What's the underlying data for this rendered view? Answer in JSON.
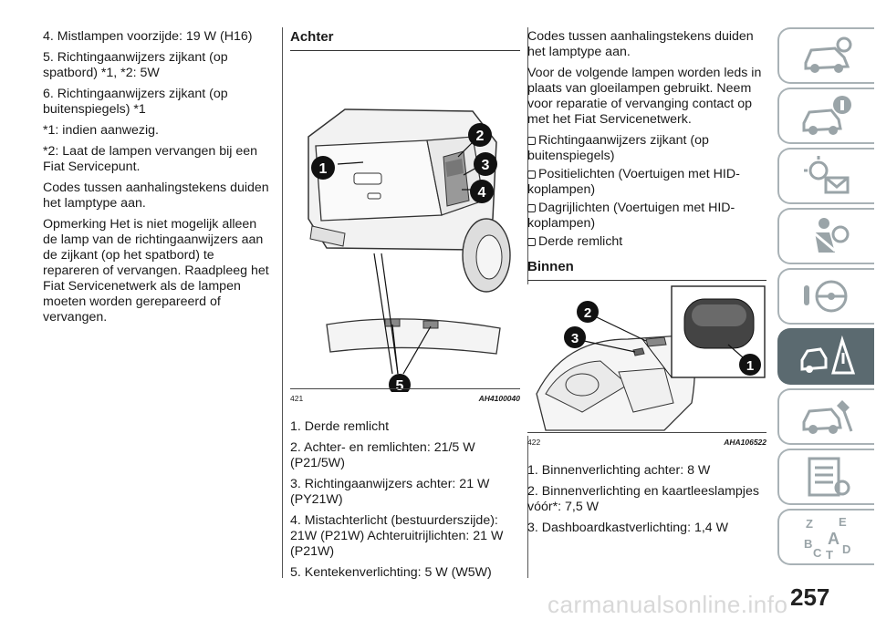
{
  "col1": {
    "lines": [
      "4. Mistlampen voorzijde: 19 W (H16)",
      "5. Richtingaanwijzers zijkant (op spatbord) *1, *2: 5W",
      "6. Richtingaanwijzers zijkant (op buitenspiegels) *1",
      "*1: indien aanwezig.",
      "*2: Laat de lampen vervangen bij een Fiat Servicepunt.",
      "Codes tussen aanhalingstekens duiden het lamptype aan.",
      "Opmerking  Het is niet mogelijk alleen de lamp van de richtingaanwijzers aan de zijkant (op het spatbord) te repareren of vervangen. Raadpleeg het Fiat Servicenetwerk als de lampen moeten worden gerepareerd of vervangen."
    ]
  },
  "col2": {
    "heading": "Achter",
    "figure": {
      "number": "421",
      "code": "AH4100040",
      "callouts": [
        "1",
        "2",
        "3",
        "4",
        "5"
      ]
    },
    "items": [
      "1. Derde remlicht",
      "2. Achter- en remlichten: 21/5 W (P21/5W)",
      "3. Richtingaanwijzers achter: 21 W (PY21W)",
      "4. Mistachterlicht (bestuurderszijde): 21W (P21W) Achteruitrijlichten: 21 W (P21W)",
      "5. Kentekenverlichting: 5 W (W5W)"
    ]
  },
  "col3": {
    "intro1": "Codes tussen aanhalingstekens duiden het lamptype aan.",
    "intro2": "Voor de volgende lampen worden leds in plaats van gloeilampen gebruikt. Neem voor reparatie of vervanging contact op met het Fiat Servicenetwerk.",
    "bullets": [
      "Richtingaanwijzers zijkant (op buitenspiegels)",
      "Positielichten (Voertuigen met HID-koplampen)",
      "Dagrijlichten (Voertuigen met HID-koplampen)",
      "Derde remlicht"
    ],
    "heading": "Binnen",
    "figure": {
      "number": "422",
      "code": "AHA106522",
      "callouts": [
        "1",
        "2",
        "3"
      ]
    },
    "items": [
      "1. Binnenverlichting achter: 8 W",
      "2. Binnenverlichting en kaartleeslampjes vóór*: 7,5 W",
      "3. Dashboardkastverlichting: 1,4 W"
    ]
  },
  "sidebar": {
    "icons": [
      "car-overview-icon",
      "car-info-icon",
      "warning-lights-icon",
      "airbag-icon",
      "steering-wheel-icon",
      "breakdown-icon",
      "car-service-icon",
      "specs-list-icon",
      "index-icon"
    ],
    "active_index": 5,
    "index_letters": [
      "Z",
      "E",
      "B",
      "A",
      "C",
      "T",
      "D"
    ]
  },
  "page_number": "257",
  "watermark": "carmanualsonline.info"
}
